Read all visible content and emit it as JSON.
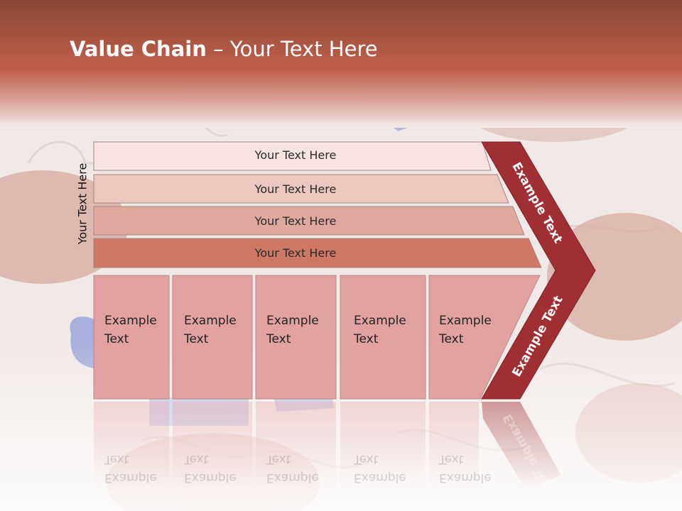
{
  "slide": {
    "title_bold": "Value Chain",
    "title_rest": " – Your Text Here",
    "side_label": "Your Text Here",
    "bars": [
      "Your Text Here",
      "Your Text Here",
      "Your Text Here",
      "Your Text Here"
    ],
    "cells": [
      {
        "line1": "Example",
        "line2": "Text"
      },
      {
        "line1": "Example",
        "line2": "Text"
      },
      {
        "line1": "Example",
        "line2": "Text"
      },
      {
        "line1": "Example",
        "line2": "Text"
      },
      {
        "line1": "Example",
        "line2": "Text"
      }
    ],
    "chevron_top": "Example Text",
    "chevron_bottom": "Example Text"
  },
  "colors": {
    "header": "#c0604b",
    "bar1": "#f7e4e1",
    "bar2": "#ecc7c0",
    "bar3": "#e0a99e",
    "bar4": "#cf7866",
    "cell": "#e2a2a2",
    "chevron": "#a02f33"
  }
}
